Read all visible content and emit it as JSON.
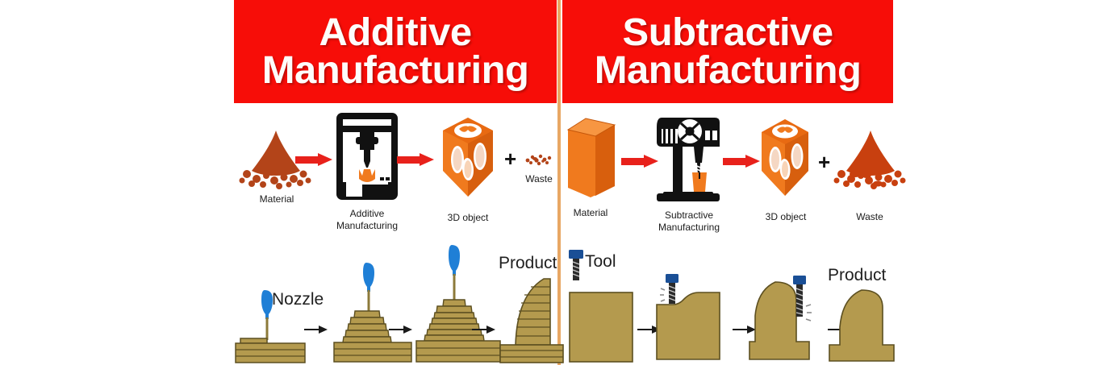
{
  "banner": {
    "left_title": "Additive\nManufacturing",
    "right_title": "Subtractive\nManufacturing",
    "bg_color": "#f70d08",
    "text_color": "#fdfdfb"
  },
  "divider_color": "#e8a764",
  "palette": {
    "material_brown": "#b34419",
    "object_orange": "#f07a1e",
    "arrow_red": "#e8211b",
    "layer_khaki": "#b49a4e",
    "layer_outline": "#5c4f20",
    "nozzle_blue": "#1f7fd6",
    "tool_blue": "#1a4f96",
    "machine_black": "#111111"
  },
  "additive": {
    "top_row": {
      "material": {
        "label": "Material",
        "icon": "powder-pile-icon"
      },
      "arrow1": {
        "icon": "red-arrow-icon"
      },
      "process": {
        "label": "Additive\nManufacturing",
        "icon": "3d-printer-icon"
      },
      "arrow2": {
        "icon": "red-arrow-icon"
      },
      "object": {
        "label": "3D object",
        "icon": "lattice-prism-icon"
      },
      "plus": "+",
      "waste": {
        "label": "Waste",
        "icon": "small-waste-granules-icon"
      }
    },
    "bottom_row": {
      "nozzle_label": "Nozzle",
      "product_label": "Product",
      "stages": [
        {
          "name": "stage-1-first-layer"
        },
        {
          "name": "stage-2-partial-build"
        },
        {
          "name": "stage-3-taller-build"
        },
        {
          "name": "stage-4-finished-product"
        }
      ],
      "arrows": [
        "black-arrow-icon",
        "black-arrow-icon",
        "black-arrow-icon"
      ]
    }
  },
  "subtractive": {
    "top_row": {
      "material": {
        "label": "Material",
        "icon": "solid-block-icon"
      },
      "arrow1": {
        "icon": "red-arrow-icon"
      },
      "process": {
        "label": "Subtractive\nManufacturing",
        "icon": "drill-press-icon"
      },
      "arrow2": {
        "icon": "red-arrow-icon"
      },
      "object": {
        "label": "3D object",
        "icon": "lattice-prism-icon"
      },
      "plus": "+",
      "waste": {
        "label": "Waste",
        "icon": "large-waste-pile-icon"
      }
    },
    "bottom_row": {
      "tool_label": "Tool",
      "product_label": "Product",
      "stages": [
        {
          "name": "stage-1-raw-block"
        },
        {
          "name": "stage-2-first-cut"
        },
        {
          "name": "stage-3-second-cut"
        },
        {
          "name": "stage-4-finished-product"
        }
      ],
      "arrows": [
        "black-arrow-icon",
        "black-arrow-icon",
        "black-arrow-icon"
      ]
    }
  }
}
